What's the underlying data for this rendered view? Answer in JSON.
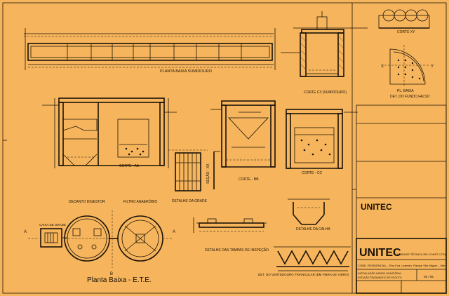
{
  "drawing": {
    "title": "Planta Baixa - E.T.E.",
    "labels": {
      "planta_sumidouro": "PLANTA BAIXA SUMIDOURO",
      "corte_c3": "CORTE C3 (SUMIDOURO)",
      "corte_xy": "CORTE XY",
      "pl_baixa": "PL. BAIXA",
      "det_fundo_falso": "DET. DO FUNDO FALSO",
      "corte_aa": "CORTE - AA",
      "corte_bb": "CORTE - BB",
      "corte_cc": "CORTE - CC",
      "detalhe_grade": "DETALHE DA GRADE",
      "secao_xx": "SEÇÃO - XX",
      "decanto_digestor": "DECANTO DIGESTOR",
      "filtro_anaerobio": "FILTRO ANAERÓBIO",
      "caixa_grade": "CAIXA DE GRADE",
      "detalhe_calha": "DETALHE DA CALHA",
      "detalhe_tampas": "DETALHE DAS TAMPAS DE INSPEÇÃO",
      "det_vertedouro": "DET. DO VERTEDOURO TRIANGULAR (EM FIBRA DE VIDRO)",
      "axis_x": "X",
      "axis_y": "Y",
      "axis_a": "A",
      "axis_b": "B"
    }
  },
  "title_block": {
    "logo_top": "UNITEC",
    "logo_main": "UNITEC",
    "company": "UNIDADE TÉCNICA EM CONST. LTDA.",
    "project": "COND. RESIDENCIAL – Rua Fca. Leandro, Parque São Miguel – Mar.",
    "discipline": "INSTALAÇÃO HIDRO-SANITÁRIA",
    "subject": "ESTAÇÃO TRATAMENTO DE ESGOTO",
    "sheet_number": "05 / 05"
  }
}
